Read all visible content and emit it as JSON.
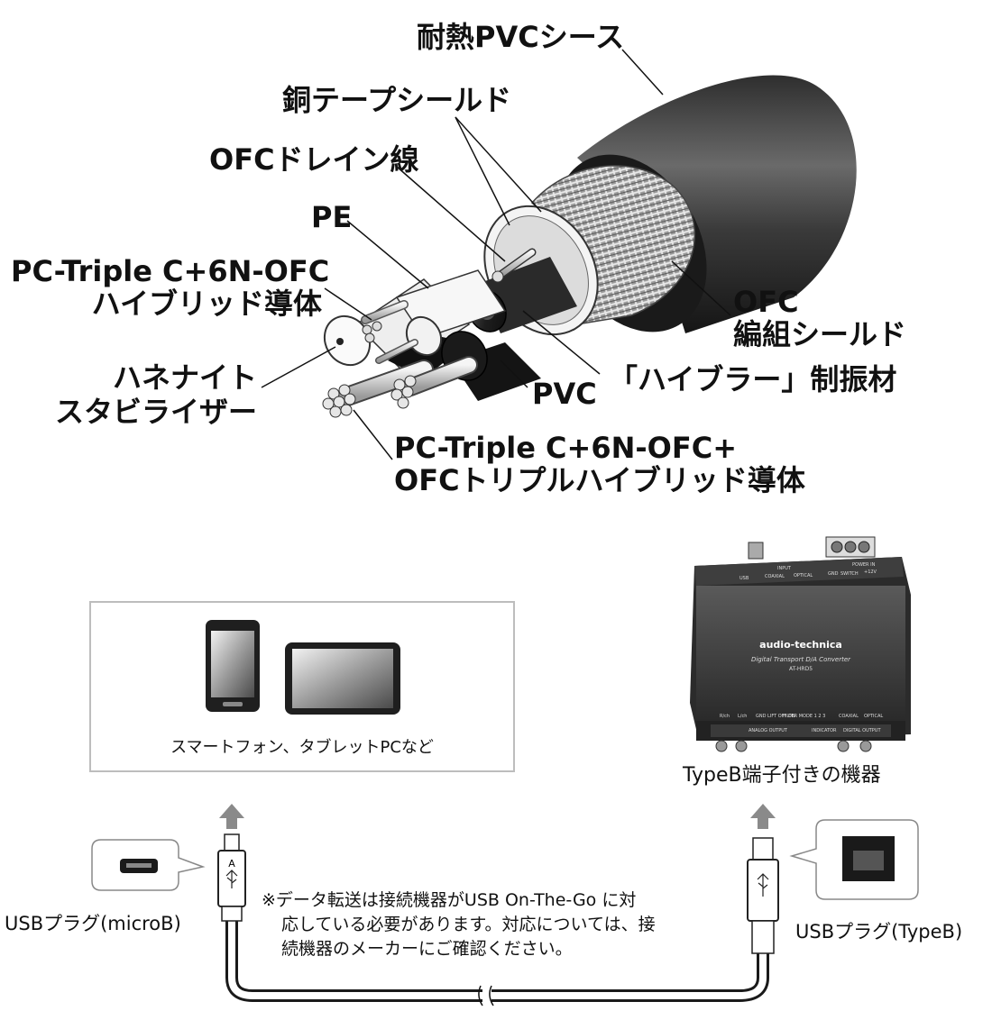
{
  "cable_labels": {
    "sheath": "耐熱PVCシース",
    "copper_tape": "銅テープシールド",
    "drain": "OFCドレイン線",
    "pe": "PE",
    "hybrid_line1": "PC-Triple C+6N-OFC",
    "hybrid_line2": "ハイブリッド導体",
    "stabilizer_line1": "ハネナイト",
    "stabilizer_line2": "スタビライザー",
    "pvc": "PVC",
    "damper": "「ハイブラー」制振材",
    "braid_line1": "OFC",
    "braid_line2": "編組シールド",
    "triple_line1": "PC-Triple C+6N-OFC+",
    "triple_line2": "OFCトリプルハイブリッド導体"
  },
  "connection": {
    "left_box_caption": "スマートフォン、タブレットPCなど",
    "right_device_caption": "TypeB端子付きの機器",
    "left_plug_label": "USBプラグ(microB)",
    "right_plug_label": "USBプラグ(TypeB)",
    "note_lines": [
      "※データ転送は接続機器がUSB On-The-Go に対",
      "応している必要があります。対応については、接",
      "続機器のメーカーにご確認ください。"
    ],
    "plug_letter": "A"
  },
  "device": {
    "brand": "audio-technica",
    "subtitle": "Digital Transport D/A Converter",
    "model": "AT-HRD5",
    "top_labels": [
      "USB",
      "COAXIAL",
      "OPTICAL",
      "INPUT",
      "GND",
      "SWITCH",
      "+12V",
      "POWER IN"
    ],
    "bottom_labels": [
      "R/ch",
      "L/ch",
      "GND LIFT OFF ON",
      "FILTER MODE 1 2 3",
      "INDICATOR",
      "COAXIAL",
      "OPTICAL",
      "ANALOG OUTPUT",
      "DIGITAL OUTPUT"
    ]
  }
}
